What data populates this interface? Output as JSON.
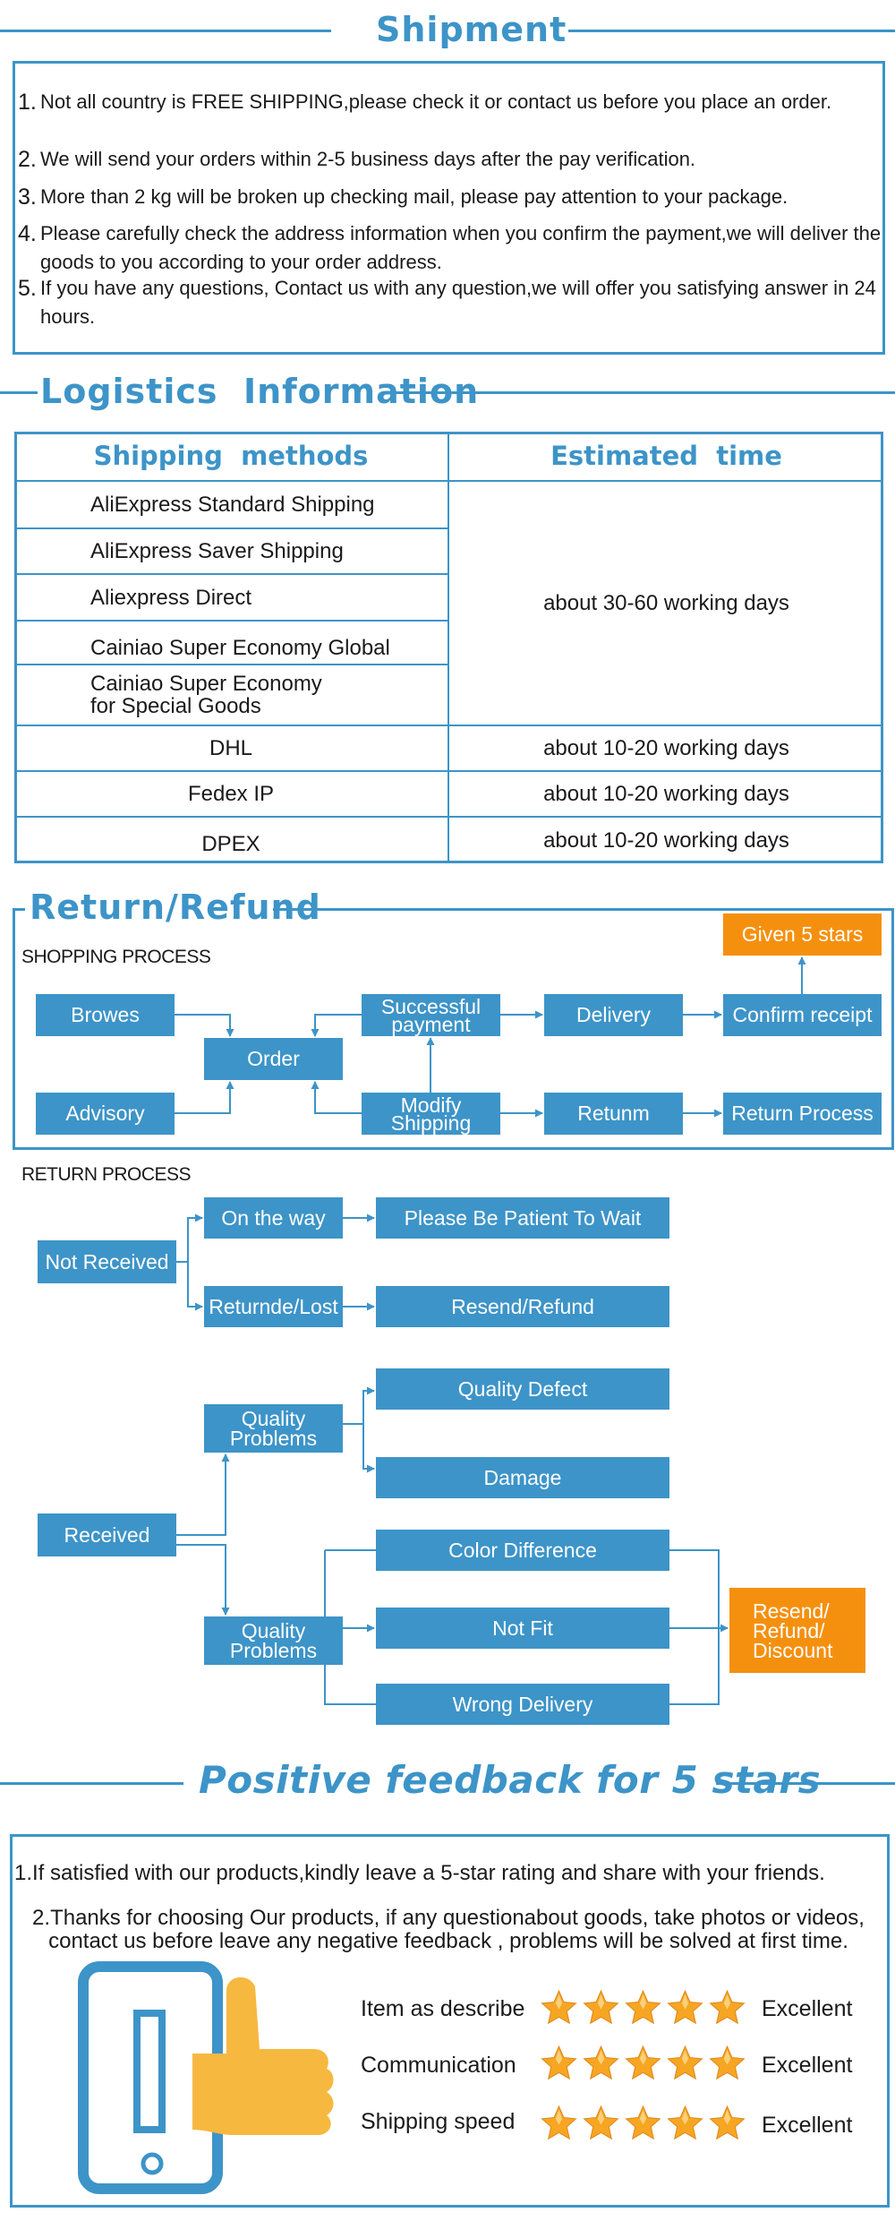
{
  "shipment": {
    "title": "Shipment",
    "items": [
      {
        "num": "1.",
        "text": "Not all country is FREE SHIPPING,please check it or contact us before you place an order."
      },
      {
        "num": "2.",
        "text": "We will send your orders within 2-5 business days after the pay verification."
      },
      {
        "num": "3.",
        "text": "More than 2 kg will be broken up checking mail, please pay attention to your package."
      },
      {
        "num": "4.",
        "text": "Please carefully check the address information when you confirm the payment,we will deliver the goods to you according to your order address."
      },
      {
        "num": "5.",
        "text": "If you have any questions, Contact us with any question,we will offer you satisfying answer in 24 hours."
      }
    ]
  },
  "logistics": {
    "title": "Logistics  Information",
    "col_method": "Shipping  methods",
    "col_time": "Estimated  time",
    "methods": [
      "AliExpress Standard Shipping",
      "AliExpress Saver Shipping",
      "Aliexpress Direct",
      "Cainiao Super Economy Global",
      "Cainiao Super Economy for Special Goods",
      "DHL",
      "Fedex IP",
      "DPEX"
    ],
    "group_time": "about 30-60 working days",
    "times": [
      "about 10-20 working days",
      "about 10-20 working days",
      "about 10-20 working days"
    ]
  },
  "return_refund": {
    "title": "Return/Refund",
    "shopping_label": "SHOPPING PROCESS",
    "shopping": {
      "browes": "Browes",
      "advisory": "Advisory",
      "order": "Order",
      "successful_payment": "Successful payment",
      "modify_shipping": "Modify Shipping",
      "delivery": "Delivery",
      "retunm": "Retunm",
      "confirm_receipt": "Confirm receipt",
      "return_process": "Return Process",
      "given_5_stars": "Given 5 stars"
    },
    "return_label": "RETURN PROCESS",
    "return": {
      "not_received": "Not Received",
      "on_the_way": "On the way",
      "be_patient": "Please Be Patient To Wait",
      "returnde_lost": "Returnde/Lost",
      "resend_refund": "Resend/Refund",
      "received": "Received",
      "quality_problems_1": "Quality Problems",
      "quality_defect": "Quality Defect",
      "damage": "Damage",
      "quality_problems_2": "Quality Problems",
      "color_difference": "Color Difference",
      "not_fit": "Not Fit",
      "wrong_delivery": "Wrong Delivery",
      "resend_refund_discount": "Resend/ Refund/ Discount"
    }
  },
  "feedback": {
    "title": "Positive feedback for 5 stars",
    "items": [
      "1.If satisfied with our products,kindly leave a 5-star rating and share with your friends.",
      "2.Thanks for choosing Our products, if any questionabout goods, take photos or videos, contact us before leave any negative feedback , problems will be solved at first time."
    ],
    "ratings": [
      {
        "label": "Item as describe",
        "stars": 5,
        "value": "Excellent"
      },
      {
        "label": "Communication",
        "stars": 5,
        "value": "Excellent"
      },
      {
        "label": "Shipping speed",
        "stars": 5,
        "value": "Excellent"
      }
    ]
  },
  "colors": {
    "accent": "#3d94c8",
    "orange": "#f5900f",
    "star": "#f6a623",
    "thumb": "#f7b840"
  }
}
